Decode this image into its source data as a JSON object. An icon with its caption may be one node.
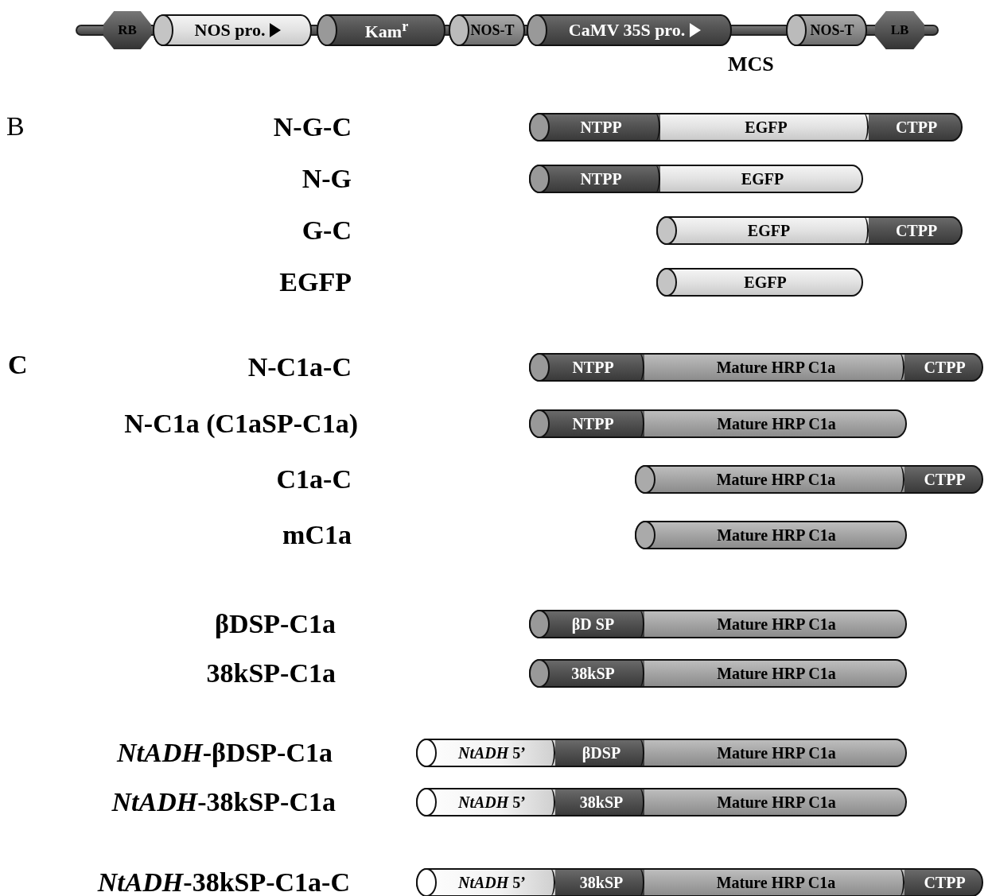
{
  "diagram": {
    "nodes": [
      {
        "text": [
          "RB"
        ]
      },
      {
        "text": [
          "NOS pro."
        ]
      },
      {
        "text": [
          "Kam$^{r}$"
        ]
      },
      {
        "text": [
          "NOS-T"
        ]
      },
      {
        "text": [
          "CaMV 35S pro."
        ]
      },
      {
        "text": [
          "NOS-T"
        ]
      },
      {
        "text": [
          "LB"
        ]
      },
      {
        "text": [
          "NTPP"
        ]
      },
      {
        "text": [
          "EGFP"
        ]
      },
      {
        "text": [
          "CTPP"
        ]
      },
      {
        "text": [
          "NTPP"
        ]
      },
      {
        "text": [
          "EGFP"
        ]
      },
      {
        "text": [
          "EGFP"
        ]
      },
      {
        "text": [
          "CTPP"
        ]
      },
      {
        "text": [
          "EGFP"
        ]
      },
      {
        "text": [
          "NTPP"
        ]
      },
      {
        "text": [
          "Mature HRP C1a"
        ]
      },
      {
        "text": [
          "CTPP"
        ]
      },
      {
        "text": [
          "NTPP"
        ]
      },
      {
        "text": [
          "Mature HRP C1a"
        ]
      },
      {
        "text": [
          "Mature HRP C1a"
        ]
      },
      {
        "text": [
          "CTPP"
        ]
      },
      {
        "text": [
          "Mature HRP C1a"
        ]
      },
      {
        "text": [
          "βD SP"
        ]
      },
      {
        "text": [
          "Mature HRP C1a"
        ]
      },
      {
        "text": [
          "38kSP"
        ]
      },
      {
        "text": [
          "Mature HRP C1a"
        ]
      },
      {
        "text": [
          "*NtADH* 5’"
        ]
      },
      {
        "text": [
          "βDSP"
        ]
      },
      {
        "text": [
          "Mature HRP C1a"
        ]
      },
      {
        "text": [
          "*NtADH* 5’"
        ]
      },
      {
        "text": [
          "38kSP"
        ]
      },
      {
        "text": [
          "Mature HRP C1a"
        ]
      },
      {
        "text": [
          "*NtADH* 5’"
        ]
      },
      {
        "text": [
          "38kSP"
        ]
      },
      {
        "text": [
          "Mature HRP C1a"
        ]
      },
      {
        "text": [
          "CTPP"
        ]
      }
    ],
    "labels": [
      "MCS",
      "B",
      "N-G-C",
      "N-G",
      "G-C",
      "EGFP",
      "C",
      "N-C1a-C",
      "N-C1a (C1aSP-C1a)",
      "C1a-C",
      "mC1a",
      "βDSP-C1a",
      "38kSP-C1a",
      "*NtADH*-βDSP-C1a",
      "*NtADH*-38kSP-C1a",
      "*NtADH*-38kSP-C1a-C"
    ]
  }
}
